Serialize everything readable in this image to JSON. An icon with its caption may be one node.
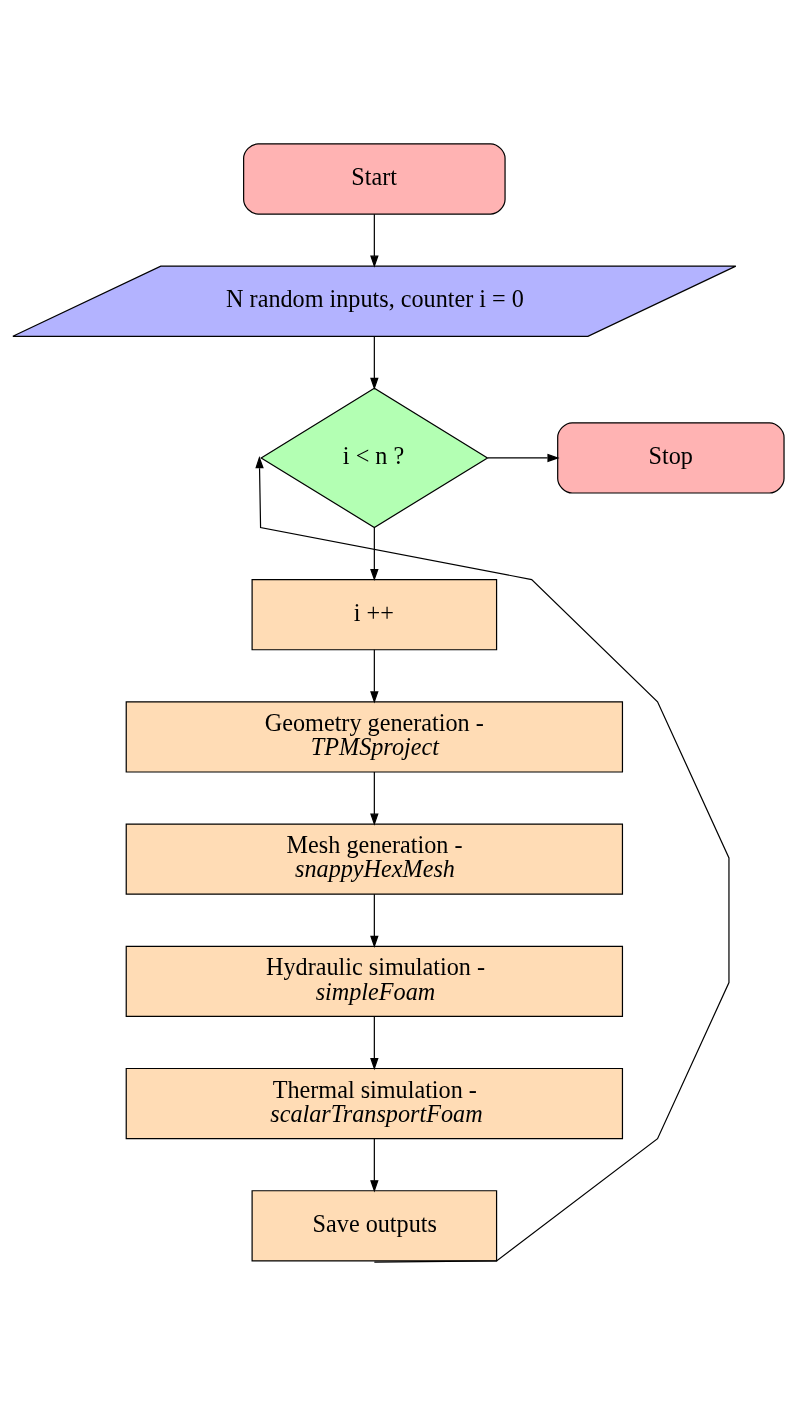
{
  "diagram": {
    "nodes": [
      {
        "text": [
          "Start"
        ]
      },
      {
        "text": [
          "N random inputs, counter i = 0"
        ]
      },
      {
        "text": [
          "i < n ?"
        ]
      },
      {
        "text": [
          "Stop"
        ]
      },
      {
        "text": [
          "i ++"
        ]
      },
      {
        "text": [
          "Geometry generation - *TPMSproject*"
        ]
      },
      {
        "text": [
          "Mesh generation - *snappyHexMesh*"
        ]
      },
      {
        "text": [
          "Hydraulic simulation - *simpleFoam*"
        ]
      },
      {
        "text": [
          "Thermal simulation - *scalarTransportFoam*"
        ]
      },
      {
        "text": [
          "Save outputs"
        ]
      }
    ],
    "edges": [
      {
        "from": 0,
        "to": 1,
        "arrow": "to"
      },
      {
        "from": 1,
        "to": 2,
        "arrow": "to"
      },
      {
        "from": 2,
        "to": 3,
        "arrow": "to"
      },
      {
        "from": 2,
        "to": 4,
        "arrow": "to"
      },
      {
        "from": 4,
        "to": 5,
        "arrow": "to"
      },
      {
        "from": 5,
        "to": 6,
        "arrow": "to"
      },
      {
        "from": 6,
        "to": 7,
        "arrow": "to"
      },
      {
        "from": 7,
        "to": 8,
        "arrow": "to"
      },
      {
        "from": 8,
        "to": 9,
        "arrow": "to"
      },
      {
        "from": 9,
        "to": 2,
        "arrow": "to"
      }
    ]
  }
}
